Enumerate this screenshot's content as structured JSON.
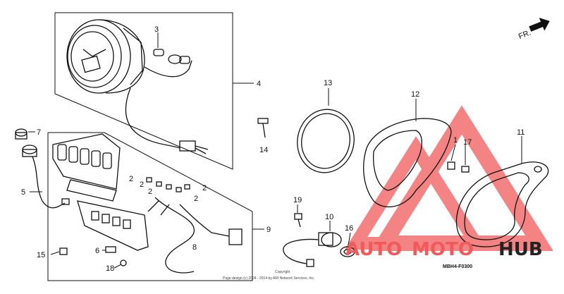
{
  "callouts": [
    "1",
    "2",
    "3",
    "4",
    "5",
    "6",
    "7",
    "8",
    "9",
    "10",
    "11",
    "12",
    "13",
    "14",
    "15",
    "16",
    "17",
    "18",
    "19"
  ],
  "direction_label": "FR.",
  "diagram_code": "MBH4-F0300",
  "copyright": {
    "line1": "Copyright",
    "line2": "Page design (c) 2004 - 2014 by ARI Network Services, Inc."
  },
  "watermark": {
    "part1": "AUTO",
    "part2": "MOTO",
    "part3": "HUB",
    "color_main": "#f15a5a",
    "color_dark": "#222222"
  }
}
